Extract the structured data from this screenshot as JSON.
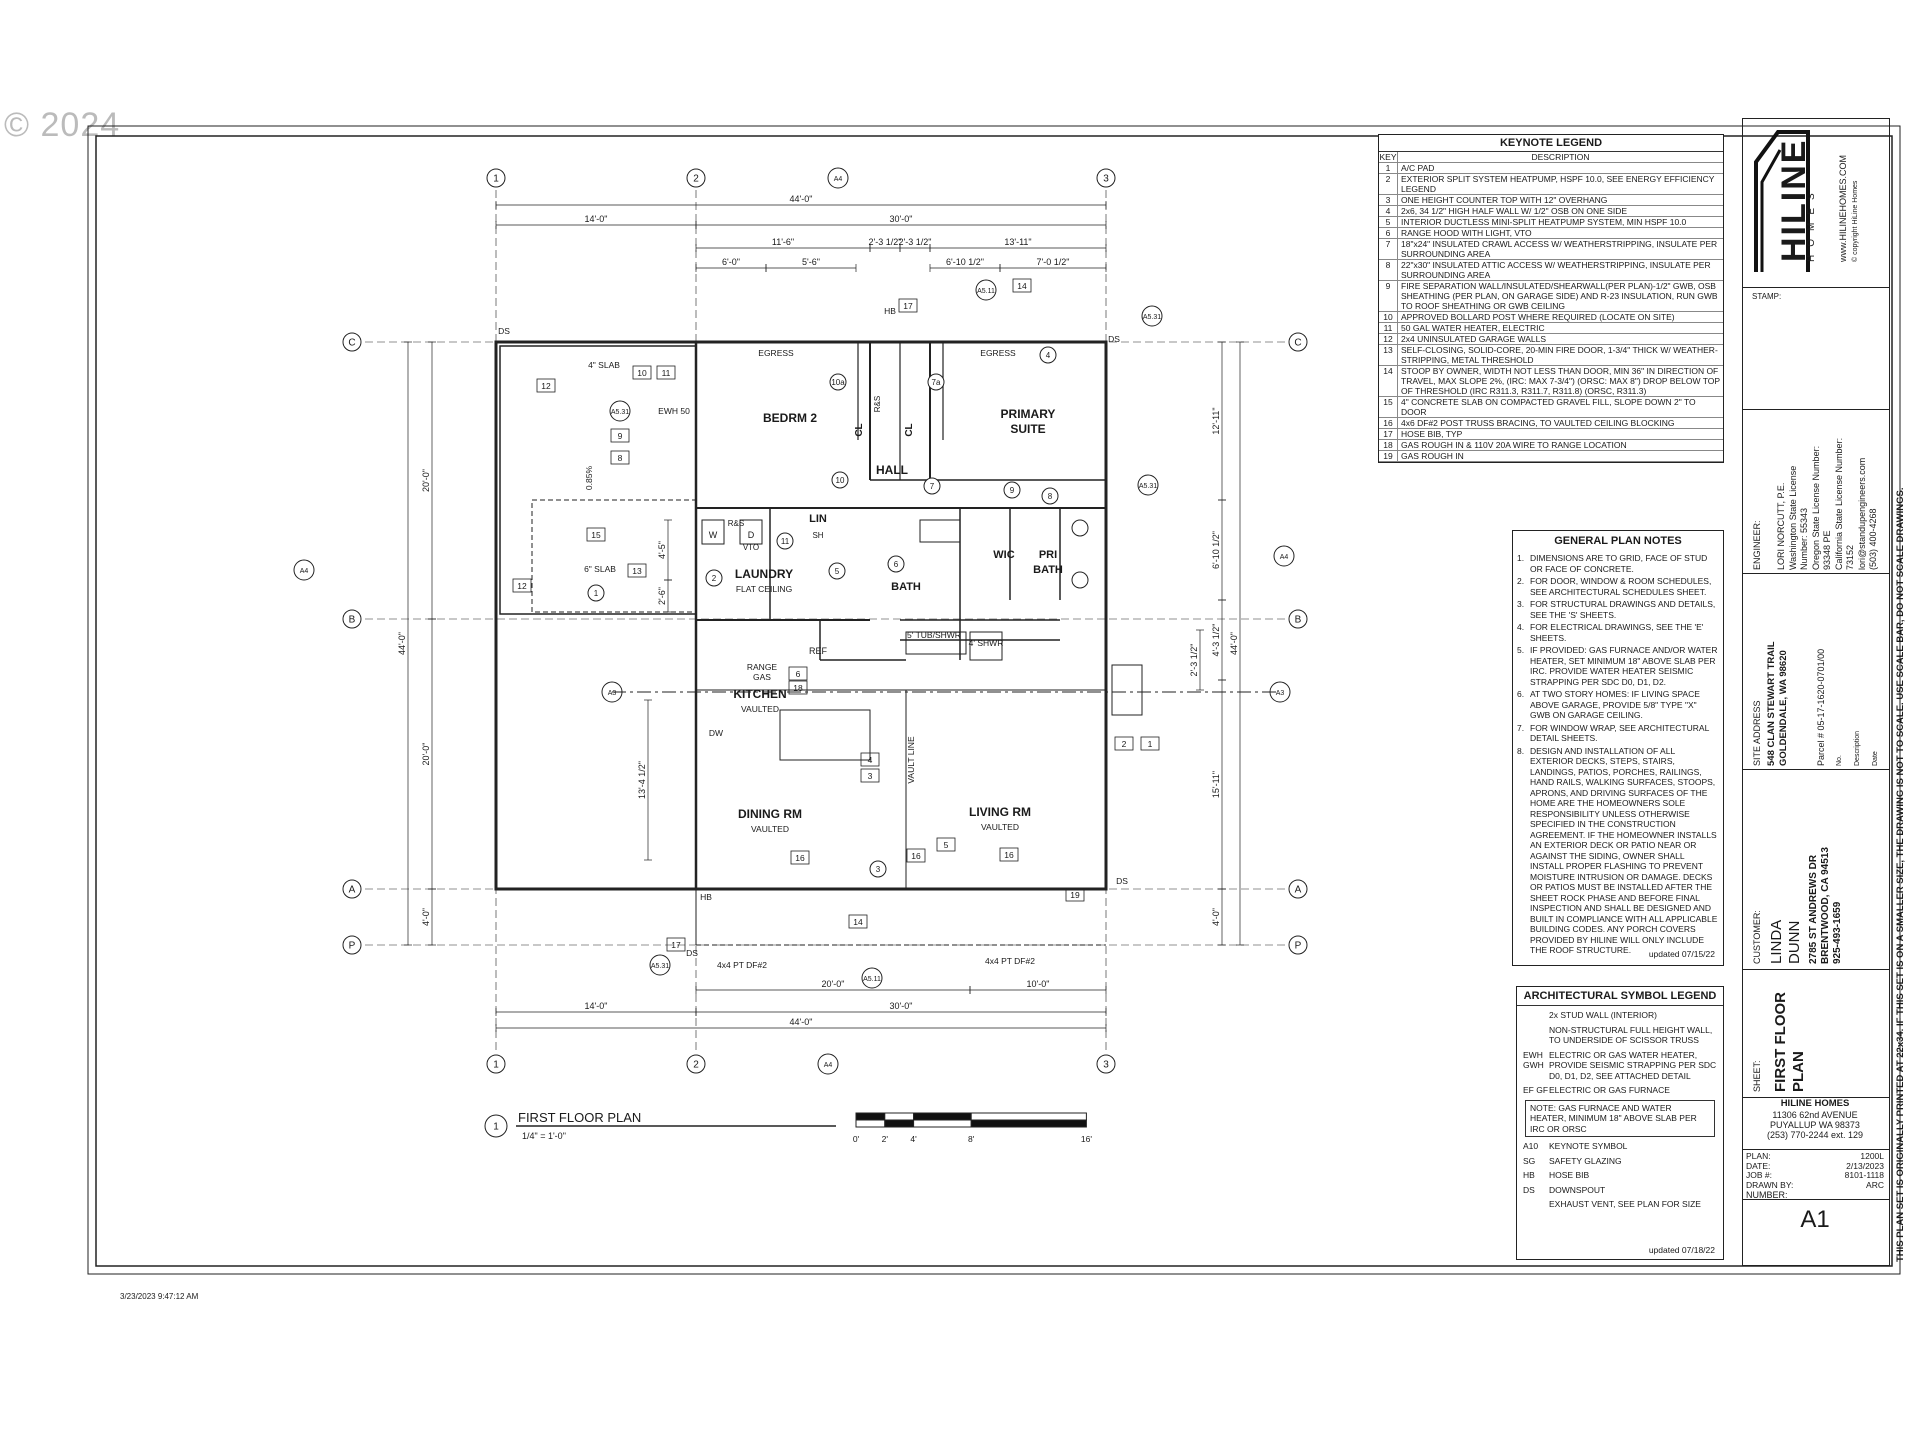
{
  "watermark": "© 2024",
  "plot_timestamp": "3/23/2023 9:47:12 AM",
  "edge_note": "THIS PLAN SET IS ORIGINALLY PRINTED AT 22x34. IF THIS SET IS ON A SMALLER SIZE, THE DRAWING IS NOT TO SCALE. USE SCALE BAR, DO NOT SCALE DRAWINGS.",
  "plan": {
    "title": "FIRST FLOOR PLAN",
    "view_number": "1",
    "scale": "1/4\" = 1'-0\"",
    "scale_bar_ticks": [
      "0'",
      "2'",
      "4'",
      "8'",
      "16'"
    ],
    "grid_columns": [
      "1",
      "2",
      "3"
    ],
    "grid_rows": [
      "C",
      "B",
      "A",
      "P"
    ],
    "dims_top": {
      "overall": "44'-0\"",
      "segments": [
        "14'-0\"",
        "30'-0\""
      ],
      "row3": [
        "11'-6\"",
        "2'-3 1/2\"",
        "2'-3 1/2\"",
        "13'-11\""
      ],
      "row4": [
        "6'-0\"",
        "5'-6\"",
        "6'-10 1/2\"",
        "7'-0 1/2\""
      ]
    },
    "dims_bottom": {
      "overall": "44'-0\"",
      "segments": [
        "14'-0\"",
        "30'-0\""
      ],
      "inner": [
        "20'-0\"",
        "10'-0\""
      ]
    },
    "dims_left": {
      "overall": "44'-0\"",
      "segments": [
        "20'-0\"",
        "20'-0\"",
        "4'-0\""
      ],
      "inner": [
        "4'-5\"",
        "2'-6\"",
        "13'-4 1/2\""
      ]
    },
    "dims_right": {
      "overall": "44'-0\"",
      "segments": [
        "12'-11\"",
        "6'-10 1/2\"",
        "4'-3 1/2\"",
        "15'-11\"",
        "4'-0\""
      ],
      "inner": [
        "2'-3 1/2\""
      ]
    },
    "rooms": [
      {
        "name": "BEDRM 2"
      },
      {
        "name": "PRIMARY",
        "name2": "SUITE"
      },
      {
        "name": "HALL"
      },
      {
        "name": "LIN"
      },
      {
        "name": "LAUNDRY",
        "note": "FLAT CEILING"
      },
      {
        "name": "BATH"
      },
      {
        "name": "WIC"
      },
      {
        "name": "PRI",
        "name2": "BATH"
      },
      {
        "name": "KITCHEN",
        "note": "VAULTED"
      },
      {
        "name": "DINING RM",
        "note": "VAULTED"
      },
      {
        "name": "LIVING RM",
        "note": "VAULTED"
      }
    ],
    "labels": {
      "egress": "EGRESS",
      "slab1": "4\" SLAB",
      "slab2": "6\" SLAB",
      "ewh": "EWH 50",
      "slope1": "0.85%",
      "cl": "CL",
      "rs": "R&S",
      "sh": "SH",
      "w": "W",
      "d": "D",
      "vto": "VTO",
      "range": "RANGE",
      "gas": "GAS",
      "ref": "REF",
      "dw": "DW",
      "tub": "5' TUB/SHWR",
      "shwr": "4' SHWR",
      "vault": "VAULT LINE",
      "post": "4x4 PT DF#2",
      "ds": "DS",
      "hb": "HB"
    },
    "sheet_refs": [
      "A4",
      "A5.31",
      "A5.11",
      "A3"
    ]
  },
  "keynote_legend": {
    "title": "KEYNOTE LEGEND",
    "col_key": "KEY",
    "col_desc": "DESCRIPTION",
    "items": [
      {
        "key": "1",
        "desc": "A/C PAD"
      },
      {
        "key": "2",
        "desc": "EXTERIOR SPLIT SYSTEM HEATPUMP, HSPF 10.0, SEE ENERGY EFFICIENCY LEGEND"
      },
      {
        "key": "3",
        "desc": "ONE HEIGHT COUNTER TOP WITH 12\" OVERHANG"
      },
      {
        "key": "4",
        "desc": "2x6, 34 1/2\" HIGH HALF WALL W/ 1/2\" OSB ON ONE SIDE"
      },
      {
        "key": "5",
        "desc": "INTERIOR DUCTLESS MINI-SPLIT HEATPUMP SYSTEM, MIN HSPF 10.0"
      },
      {
        "key": "6",
        "desc": "RANGE HOOD WITH LIGHT, VTO"
      },
      {
        "key": "7",
        "desc": "18\"x24\" INSULATED CRAWL ACCESS W/ WEATHERSTRIPPING, INSULATE PER SURROUNDING AREA"
      },
      {
        "key": "8",
        "desc": "22\"x30\" INSULATED ATTIC ACCESS W/ WEATHERSTRIPPING, INSULATE PER SURROUNDING AREA"
      },
      {
        "key": "9",
        "desc": "FIRE SEPARATION WALL/INSULATED/SHEARWALL(PER PLAN)-1/2\" GWB, OSB SHEATHING (PER PLAN, ON GARAGE SIDE) AND R-23 INSULATION, RUN GWB TO ROOF SHEATHING OR GWB CEILING"
      },
      {
        "key": "10",
        "desc": "APPROVED BOLLARD POST WHERE REQUIRED (LOCATE ON SITE)"
      },
      {
        "key": "11",
        "desc": "50 GAL WATER HEATER, ELECTRIC"
      },
      {
        "key": "12",
        "desc": "2x4 UNINSULATED GARAGE WALLS"
      },
      {
        "key": "13",
        "desc": "SELF-CLOSING, SOLID-CORE, 20-MIN FIRE DOOR, 1-3/4\" THICK W/ WEATHER-STRIPPING, METAL THRESHOLD"
      },
      {
        "key": "14",
        "desc": "STOOP BY OWNER, WIDTH NOT LESS THAN DOOR, MIN 36\" IN DIRECTION OF TRAVEL, MAX SLOPE 2%, (IRC: MAX 7-3/4\") (ORSC: MAX 8\") DROP BELOW TOP OF THRESHOLD (IRC R311.3, R311.7, R311.8) (ORSC, R311.3)"
      },
      {
        "key": "15",
        "desc": "4\" CONCRETE SLAB ON COMPACTED GRAVEL FILL, SLOPE DOWN 2\" TO DOOR"
      },
      {
        "key": "16",
        "desc": "4x6 DF#2 POST TRUSS BRACING, TO VAULTED CEILING BLOCKING"
      },
      {
        "key": "17",
        "desc": "HOSE BIB, TYP"
      },
      {
        "key": "18",
        "desc": "GAS ROUGH IN & 110V 20A WIRE TO RANGE LOCATION"
      },
      {
        "key": "19",
        "desc": "GAS ROUGH IN"
      }
    ]
  },
  "general_notes": {
    "title": "GENERAL PLAN NOTES",
    "items": [
      {
        "n": "1.",
        "t": "DIMENSIONS ARE TO GRID, FACE OF STUD OR FACE OF CONCRETE."
      },
      {
        "n": "2.",
        "t": "FOR DOOR, WINDOW & ROOM SCHEDULES, SEE ARCHITECTURAL SCHEDULES SHEET."
      },
      {
        "n": "3.",
        "t": "FOR STRUCTURAL DRAWINGS AND DETAILS, SEE THE 'S' SHEETS."
      },
      {
        "n": "4.",
        "t": "FOR ELECTRICAL DRAWINGS, SEE THE 'E' SHEETS."
      },
      {
        "n": "5.",
        "t": "IF PROVIDED: GAS FURNACE AND/OR WATER HEATER, SET MINIMUM 18\" ABOVE SLAB PER IRC. PROVIDE WATER HEATER SEISMIC STRAPPING PER SDC D0, D1, D2."
      },
      {
        "n": "6.",
        "t": "AT TWO STORY HOMES: IF LIVING SPACE ABOVE GARAGE, PROVIDE 5/8\" TYPE \"X\" GWB ON GARAGE CEILING."
      },
      {
        "n": "7.",
        "t": "FOR WINDOW WRAP, SEE ARCHITECTURAL DETAIL SHEETS."
      },
      {
        "n": "8.",
        "t": "DESIGN AND INSTALLATION OF ALL EXTERIOR DECKS, STEPS, STAIRS, LANDINGS, PATIOS, PORCHES, RAILINGS, HAND RAILS, WALKING SURFACES, STOOPS, APRONS, AND DRIVING SURFACES OF THE HOME ARE THE HOMEOWNERS SOLE RESPONSIBILITY UNLESS OTHERWISE SPECIFIED IN THE CONSTRUCTION AGREEMENT. IF THE HOMEOWNER INSTALLS AN EXTERIOR DECK OR PATIO NEAR OR AGAINST THE SIDING, OWNER SHALL INSTALL PROPER FLASHING TO PREVENT MOISTURE INTRUSION OR DAMAGE. DECKS OR PATIOS MUST BE INSTALLED AFTER THE SHEET ROCK PHASE AND BEFORE FINAL INSPECTION AND SHALL BE DESIGNED AND BUILT IN COMPLIANCE WITH ALL APPLICABLE BUILDING CODES. ANY PORCH COVERS PROVIDED BY HILINE WILL ONLY INCLUDE THE ROOF STRUCTURE."
      }
    ],
    "updated": "updated 07/15/22"
  },
  "symbol_legend": {
    "title": "ARCHITECTURAL SYMBOL LEGEND",
    "items": [
      {
        "g": "",
        "t": "2x STUD WALL (INTERIOR)"
      },
      {
        "g": "",
        "t": "NON-STRUCTURAL FULL HEIGHT WALL, TO UNDERSIDE OF SCISSOR TRUSS"
      },
      {
        "g": "EWH GWH",
        "t": "ELECTRIC OR GAS WATER HEATER, PROVIDE SEISMIC STRAPPING PER SDC D0, D1, D2, SEE ATTACHED DETAIL"
      },
      {
        "g": "EF GF",
        "t": "ELECTRIC OR GAS FURNACE"
      }
    ],
    "note": "NOTE: GAS FURNACE AND WATER HEATER, MINIMUM 18\" ABOVE SLAB PER IRC OR ORSC",
    "items2": [
      {
        "g": "A10",
        "t": "KEYNOTE SYMBOL"
      },
      {
        "g": "SG",
        "t": "SAFETY GLAZING"
      },
      {
        "g": "HB",
        "t": "HOSE BIB"
      },
      {
        "g": "DS",
        "t": "DOWNSPOUT"
      },
      {
        "g": "",
        "t": "EXHAUST VENT, SEE PLAN FOR SIZE"
      }
    ],
    "updated": "updated 07/18/22"
  },
  "title_block": {
    "logo_text": "HILINE",
    "logo_sub": "HOMES",
    "website": "www.HILINEHOMES.COM",
    "copyright": "© copyright HiLine Homes",
    "stamp_label": "STAMP:",
    "engineer_label": "ENGINEER:",
    "engineer_lines": [
      "LORI NORCUTT, P.E.",
      "Washington State License",
      "Number: 55343",
      "Oregon State License Number:",
      "93348 PE",
      "California State License Number:",
      "73152",
      "lori@standupengineers.com",
      "(503) 400-4268"
    ],
    "site_label": "SITE ADDRESS",
    "site_lines": [
      "548 CLAN STEWART TRAIL",
      "GOLDENDALE, WA 98620"
    ],
    "parcel": "Parcel #  05-17-1620-0701/00",
    "rev_cols": [
      "No.",
      "Description",
      "Date"
    ],
    "customer_label": "CUSTOMER:",
    "customer_name": [
      "LINDA",
      "DUNN"
    ],
    "customer_lines": [
      "2785 ST ANDREWS DR",
      "BRENTWOOD, CA 94513",
      "925-493-1659"
    ],
    "sheet_label": "SHEET:",
    "sheet_title": [
      "FIRST FLOOR",
      "PLAN"
    ],
    "company": "HILINE HOMES",
    "company_lines": [
      "11306 62nd AVENUE",
      "PUYALLUP WA 98373",
      "(253) 770-2244 ext. 129"
    ],
    "meta": [
      {
        "k": "PLAN:",
        "v": "1200L"
      },
      {
        "k": "DATE:",
        "v": "2/13/2023"
      },
      {
        "k": "JOB #:",
        "v": "8101-1118"
      },
      {
        "k": "DRAWN BY:",
        "v": "ARC"
      }
    ],
    "number_label": "NUMBER:",
    "sheet_number": "A1"
  }
}
